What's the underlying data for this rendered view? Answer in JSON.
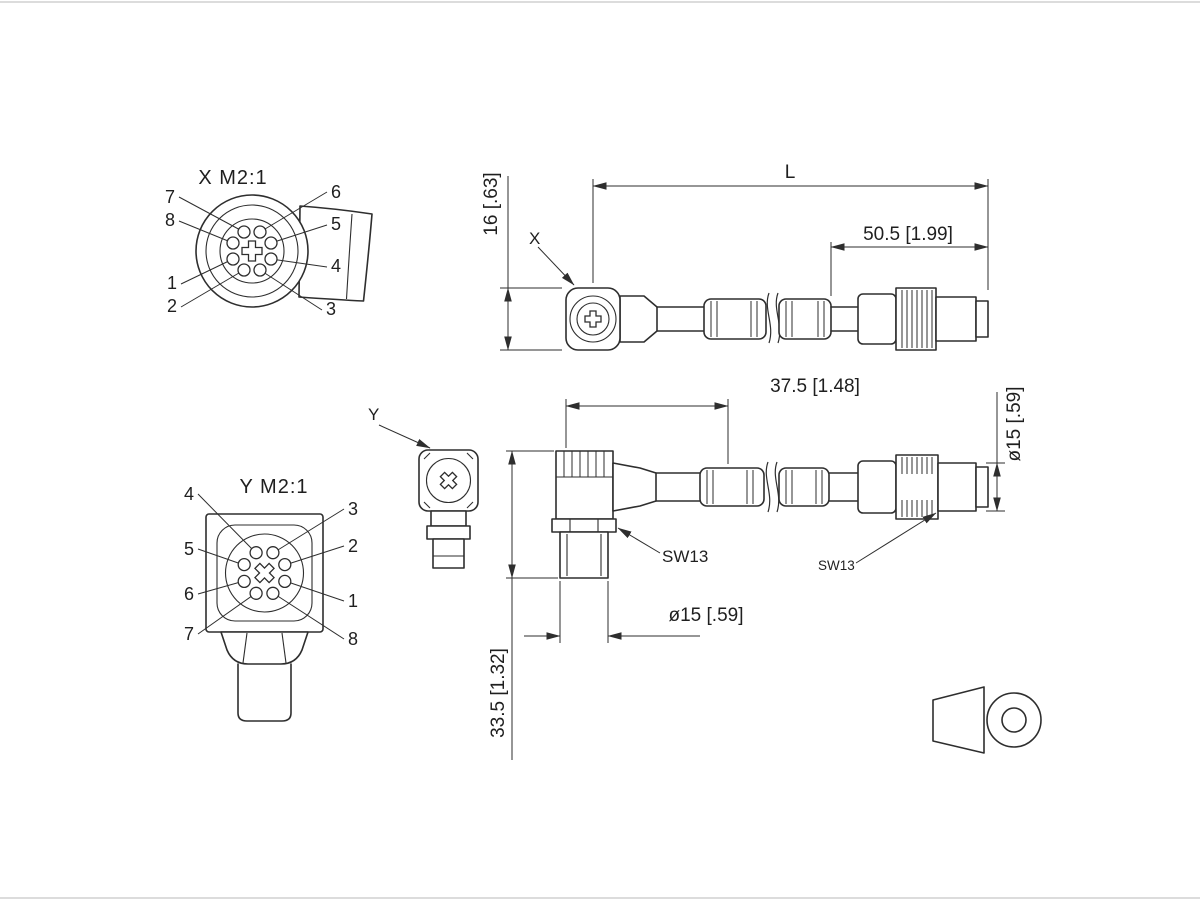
{
  "drawing": {
    "view_x_face": {
      "title": "X M2:1",
      "pins_left": [
        "7",
        "8",
        "1",
        "2"
      ],
      "pins_right": [
        "6",
        "5",
        "4",
        "3"
      ]
    },
    "view_y_face": {
      "title": "Y M2:1",
      "pins_left": [
        "4",
        "5",
        "6",
        "7"
      ],
      "pins_right": [
        "3",
        "2",
        "1",
        "8"
      ]
    },
    "assembly_x": {
      "connector_label": "X",
      "dim_total": "L",
      "dim_end": "50.5 [1.99]",
      "dim_height": "16 [.63]"
    },
    "assembly_y": {
      "connector_label": "Y",
      "dim_length": "37.5 [1.48]",
      "dim_dia_right": "ø15 [.59]",
      "dim_dia_thread": "ø15 [.59]",
      "dim_height": "33.5 [1.32]",
      "sw_left": "SW13",
      "sw_right": "SW13"
    },
    "colors": {
      "line": "#2e2e2e",
      "background": "#ffffff",
      "frame": "#dcdcdc"
    }
  }
}
